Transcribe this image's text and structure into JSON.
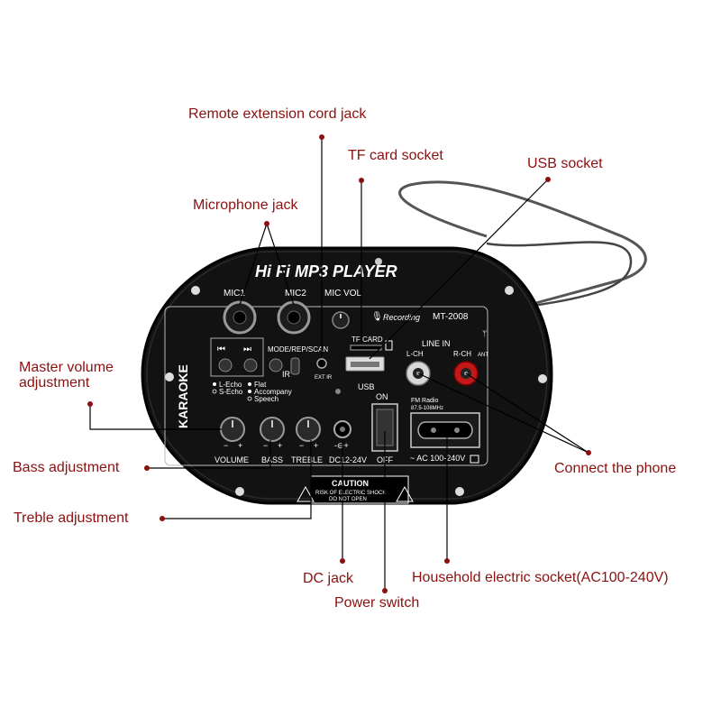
{
  "colors": {
    "callout_text": "#8b1010",
    "leader_line": "#000000",
    "dot": "#8b1010",
    "panel": "#111111",
    "panel_text": "#ffffff"
  },
  "callouts": {
    "remote": "Remote extension cord jack",
    "tf_card": "TF card socket",
    "usb": "USB socket",
    "microphone": "Microphone jack",
    "master_volume_line1": "Master volume",
    "master_volume_line2": "adjustment",
    "bass": "Bass adjustment",
    "treble": "Treble adjustment",
    "connect_phone": "Connect the phone",
    "dc_jack": "DC jack",
    "power_switch": "Power switch",
    "household_socket": "Household electric socket(AC100-240V)"
  },
  "panel": {
    "title": "Hi Fi  MP3 PLAYER",
    "model": "MT-2008",
    "recording": "Recording",
    "mic1": "MIC1",
    "mic2": "MIC2",
    "mic_vol": "MIC VOL",
    "karaoke": "KARAOKE",
    "mode": "MODE/REP/SCAN",
    "ir": "IR",
    "ext_ir": "EXT IR",
    "tf_card": "TF CARD",
    "usb": "USB",
    "line_in": "LINE IN",
    "l_ch": "L-CH",
    "r_ch": "R-CH",
    "ant": "ANT",
    "l_echo": "L-Echo",
    "s_echo": "S-Echo",
    "flat": "Flat",
    "accompany": "Accompany",
    "speech": "Speech",
    "on": "ON",
    "off": "OFF",
    "fm_radio": "FM Radio",
    "fm_band": "87.5-108MHz",
    "volume": "VOLUME",
    "bass": "BASS",
    "treble": "TREBLE",
    "dc": "DC12-24V",
    "ac": "~ AC 100-240V",
    "caution": "CAUTION",
    "caution_line1": "RISK OF ELECTRIC SHOCK",
    "caution_line2": "DO NOT OPEN",
    "minus": "−",
    "plus": "+"
  }
}
